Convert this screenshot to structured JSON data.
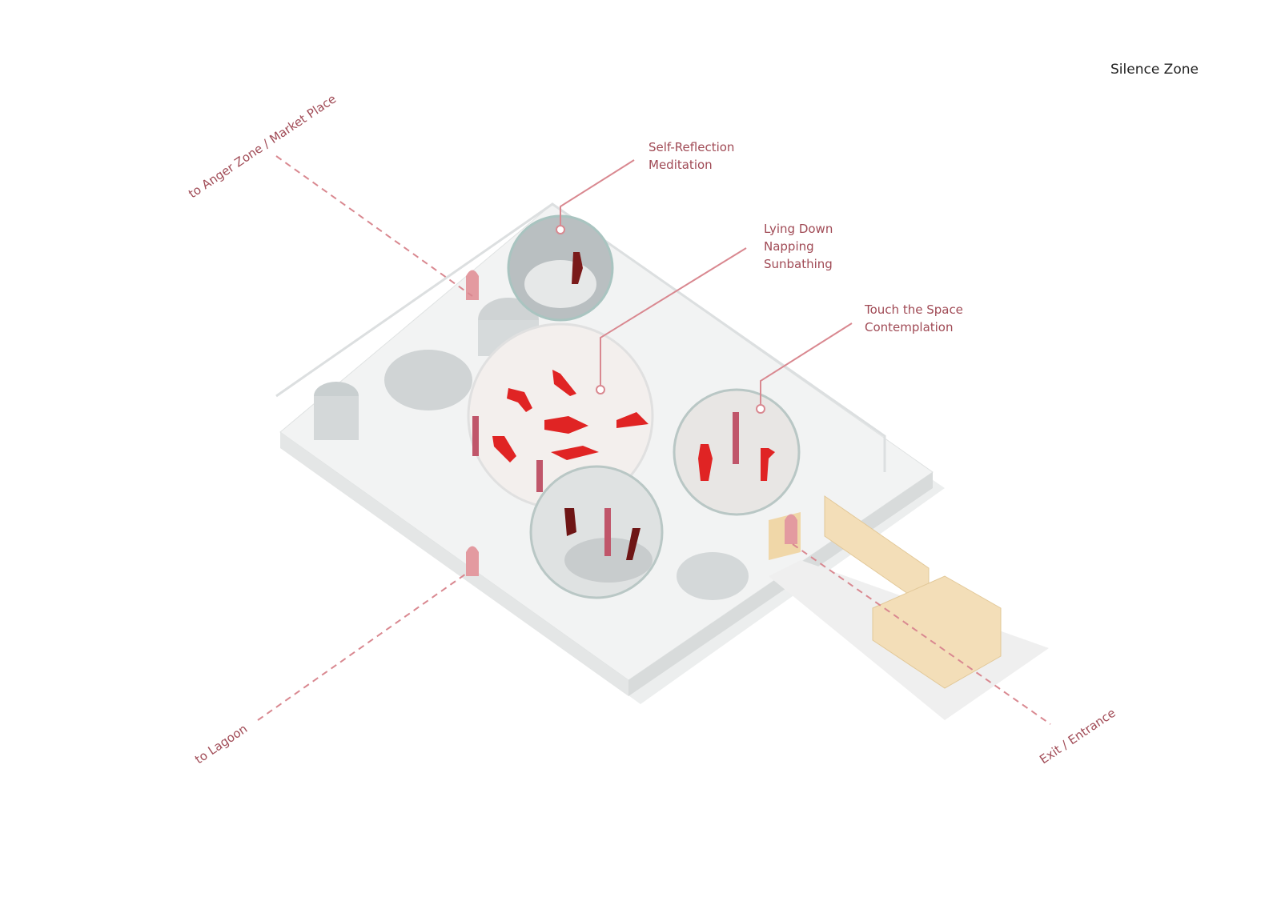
{
  "title": "Silence Zone",
  "callouts": [
    {
      "lines": [
        "Self-Reflection",
        "Meditation"
      ]
    },
    {
      "lines": [
        "Lying Down",
        "Napping",
        "Sunbathing"
      ]
    },
    {
      "lines": [
        "Touch the Space",
        "Contemplation"
      ]
    }
  ],
  "directions": {
    "anger": "to Anger Zone / Market Place",
    "lagoon": "to Lagoon",
    "exit": "Exit / Entrance"
  },
  "colors": {
    "label": "#a04a55",
    "line": "#d98890",
    "figure": "#e02424",
    "annex": "#f3deb8",
    "wall": "#cfd3d4"
  }
}
